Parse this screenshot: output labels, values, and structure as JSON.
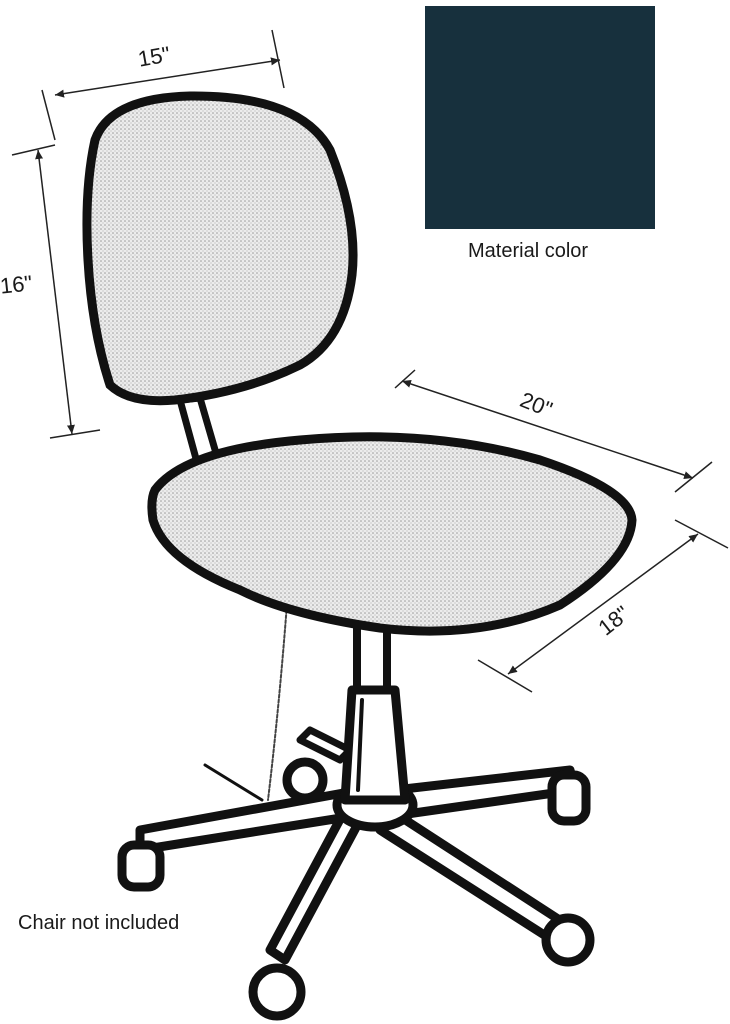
{
  "dimensions": {
    "backrest_width": "15\"",
    "backrest_height": "16\"",
    "seat_depth": "20\"",
    "seat_width": "18\""
  },
  "swatch": {
    "caption": "Material color",
    "color": "#17303d"
  },
  "note": "Chair not included",
  "colors": {
    "line": "#111111",
    "fabric": "#e9e9e9"
  }
}
